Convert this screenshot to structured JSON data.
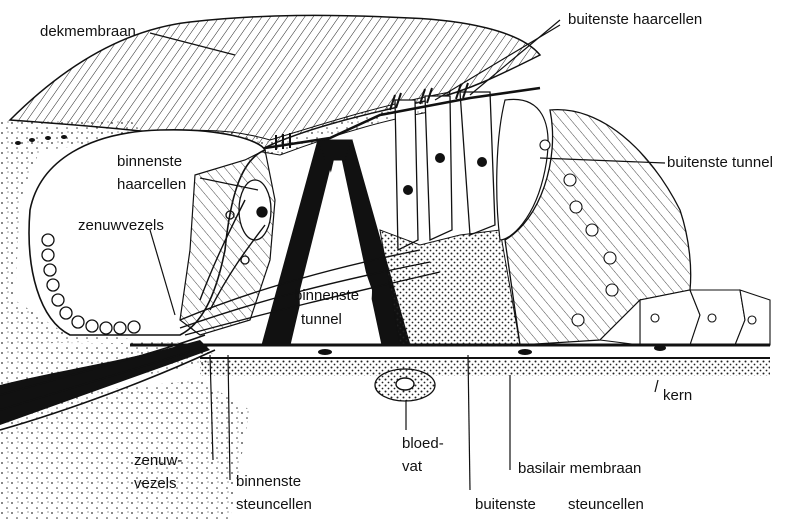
{
  "labels": {
    "dekmembraan": "dekmembraan",
    "buitenste_haarcellen": "buitenste haarcellen",
    "buitenste_tunnel": "buitenste tunnel",
    "binnenste_haarcellen_1": "binnenste",
    "binnenste_haarcellen_2": "haarcellen",
    "zenuwvezels_top": "zenuwvezels",
    "binnenste_tunnel_1": "binnenste",
    "binnenste_tunnel_2": "tunnel",
    "kern": "kern",
    "zenuw_1": "zenuw-",
    "zenuw_2": "vezels",
    "binnenste_steuncellen_1": "binnenste",
    "binnenste_steuncellen_2": "steuncellen",
    "bloedvat_1": "bloed-",
    "bloedvat_2": "vat",
    "basilair_membraan": "basilair membraan",
    "buitenste_steuncellen_1": "buitenste",
    "buitenste_steuncellen_2": "steuncellen"
  },
  "colors": {
    "ink": "#111111",
    "paper": "#ffffff"
  }
}
